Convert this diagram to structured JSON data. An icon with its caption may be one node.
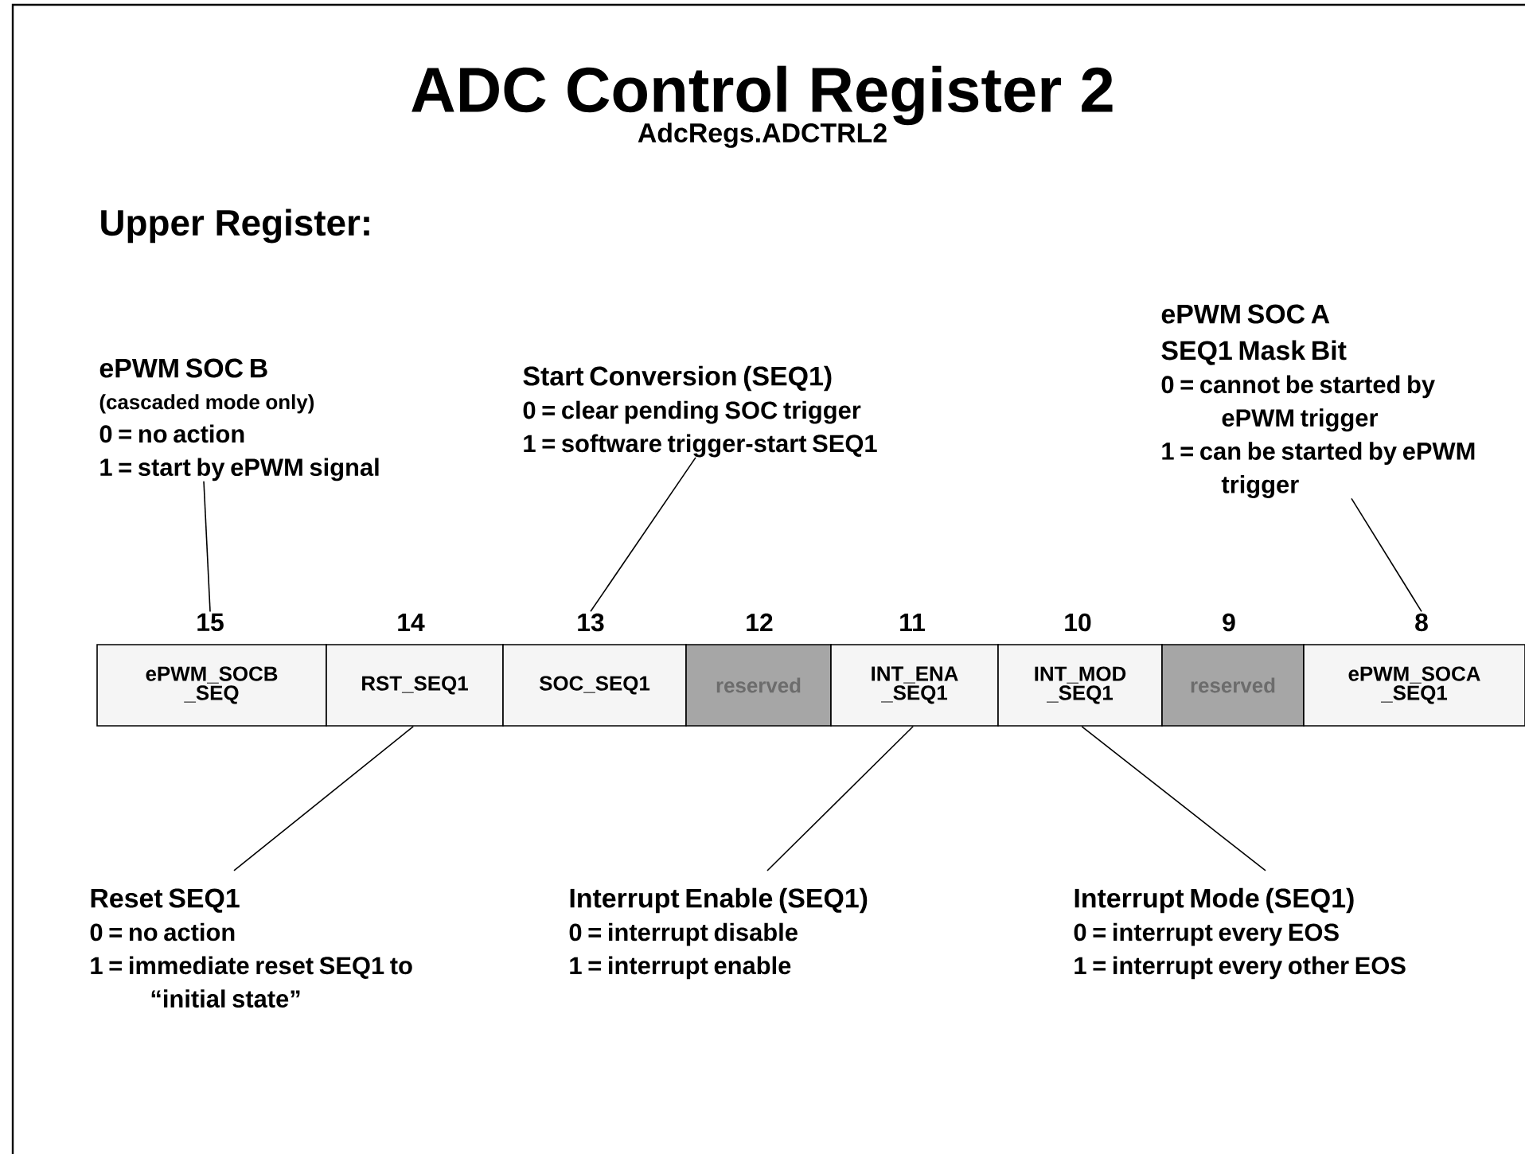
{
  "diagram": {
    "title": "ADC Control Register 2",
    "nodes": [
      {
        "text": [
          "ePWM SOC B",
          "(cascaded mode only)",
          "0 = no action",
          "1 = start by ePWM signal"
        ]
      },
      {
        "text": [
          "Start Conversion (SEQ1)",
          "0 = clear pending SOC trigger",
          "1 = software trigger-start SEQ1"
        ]
      },
      {
        "text": [
          "ePWM SOC A",
          "SEQ1 Mask Bit",
          "0 = cannot be started by ePWM trigger",
          "1 = can be started by ePWM trigger"
        ]
      },
      {
        "text": [
          "15"
        ]
      },
      {
        "text": [
          "14"
        ]
      },
      {
        "text": [
          "13"
        ]
      },
      {
        "text": [
          "12"
        ]
      },
      {
        "text": [
          "11"
        ]
      },
      {
        "text": [
          "10"
        ]
      },
      {
        "text": [
          "9"
        ]
      },
      {
        "text": [
          "8"
        ]
      },
      {
        "text": [
          "ePWM_SOCB _SEQ"
        ]
      },
      {
        "text": [
          "RST_SEQ1"
        ]
      },
      {
        "text": [
          "SOC_SEQ1"
        ]
      },
      {
        "text": [
          "reserved"
        ]
      },
      {
        "text": [
          "INT_ENA _SEQ1"
        ]
      },
      {
        "text": [
          "INT_MOD _SEQ1"
        ]
      },
      {
        "text": [
          "reserved"
        ]
      },
      {
        "text": [
          "ePWM_SOCA _SEQ1"
        ]
      },
      {
        "text": [
          "Reset SEQ1",
          "0 = no action",
          "1 = immediate reset SEQ1 to “initial state”"
        ]
      },
      {
        "text": [
          "Interrupt Enable (SEQ1)",
          "0 = interrupt disable",
          "1 = interrupt enable"
        ]
      },
      {
        "text": [
          "Interrupt Mode (SEQ1)",
          "0 = interrupt every EOS",
          "1 = interrupt every other EOS"
        ]
      }
    ],
    "edges": [
      {
        "from": 0,
        "to": 3,
        "arrow": "none"
      },
      {
        "from": 1,
        "to": 5,
        "arrow": "none"
      },
      {
        "from": 2,
        "to": 10,
        "arrow": "none"
      },
      {
        "from": 19,
        "to": 12,
        "arrow": "none"
      },
      {
        "from": 20,
        "to": 15,
        "arrow": "none"
      },
      {
        "from": 21,
        "to": 16,
        "arrow": "none"
      }
    ],
    "labels": [
      "AdcRegs.ADCTRL2",
      "Upper Register:"
    ]
  }
}
